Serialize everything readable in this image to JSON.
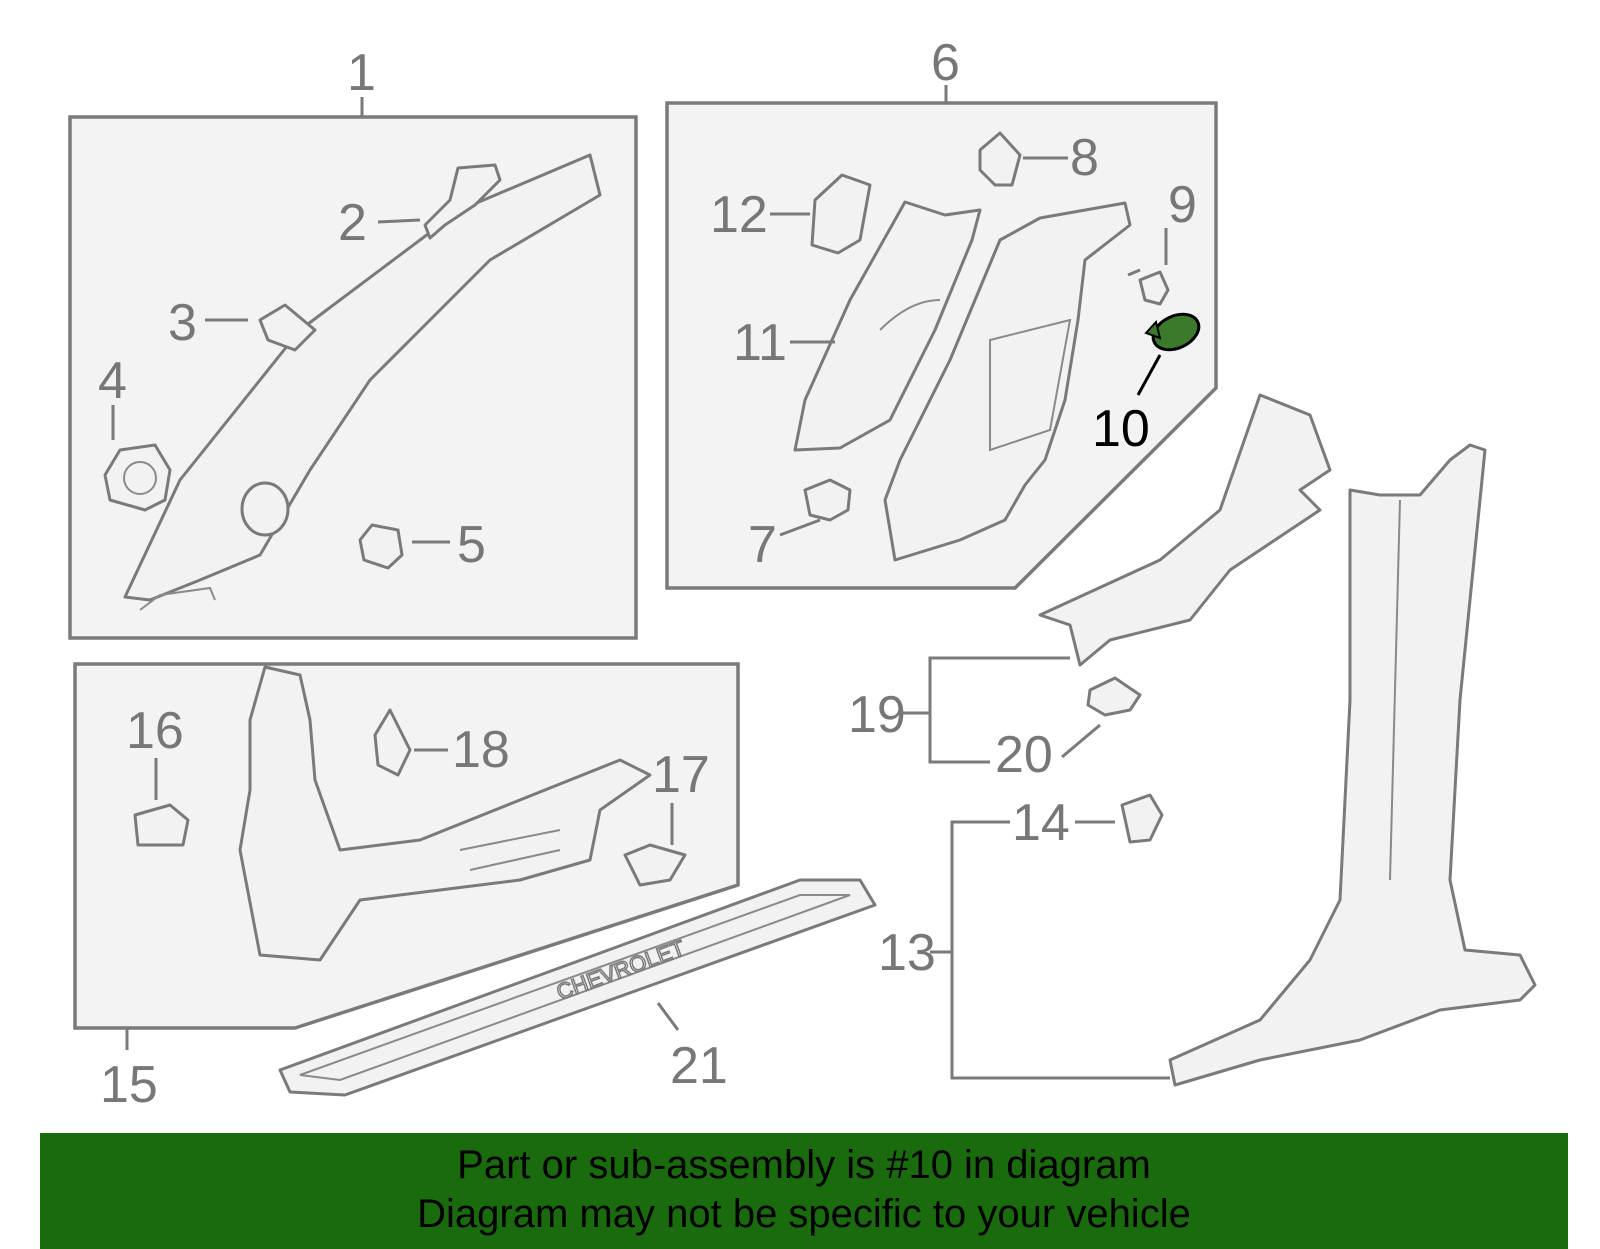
{
  "callouts": {
    "c1": "1",
    "c2": "2",
    "c3": "3",
    "c4": "4",
    "c5": "5",
    "c6": "6",
    "c7": "7",
    "c8": "8",
    "c9": "9",
    "c10": "10",
    "c11": "11",
    "c12": "12",
    "c13": "13",
    "c14": "14",
    "c15": "15",
    "c16": "16",
    "c17": "17",
    "c18": "18",
    "c19": "19",
    "c20": "20",
    "c21": "21"
  },
  "sill_logo": "CHEVROLET",
  "highlight_color": "#3a7a2a",
  "banner": {
    "line1": "Part or sub-assembly is #10 in diagram",
    "line2": "Diagram may not be specific to your vehicle",
    "background": "#1a6a0e"
  }
}
